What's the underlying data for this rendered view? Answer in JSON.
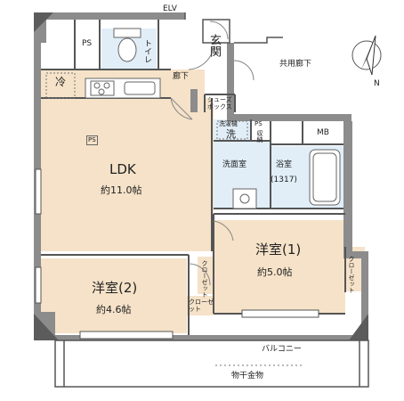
{
  "labels": {
    "elv": "ELV",
    "ps_top": "PS",
    "toilet": "トイレ",
    "genkan": "玄関",
    "kyoyo_roka": "共用廊下",
    "rei": "冷",
    "roka": "廊下",
    "shoes_box": "シューズボックス",
    "sentakuki": "洗濯機",
    "sen": "洗",
    "ps_mid": "PS",
    "shunou": "収納",
    "mb": "MB",
    "ps_ldk": "PS",
    "ldk": "LDK",
    "ldk_area": "約11.0帖",
    "senmenjo": "洗面室",
    "yokushitsu": "浴室",
    "yokushitsu_size": "(1317)",
    "yoshitsu1": "洋室(1)",
    "yoshitsu1_area": "約5.0帖",
    "closet_r1": "クローゼット",
    "closet_mid": "クローゼット",
    "yoshitsu2": "洋室(2)",
    "yoshitsu2_area": "約4.6帖",
    "closet_r2": "クローゼット",
    "balcony": "バルコニー",
    "monohoshi": "物干金物"
  },
  "compass": {
    "label": "N"
  },
  "colors": {
    "wall": "#8c8c8c",
    "floor_wood": "#f5e2c8",
    "floor_wet": "#e1eef8",
    "outline": "#555555"
  }
}
